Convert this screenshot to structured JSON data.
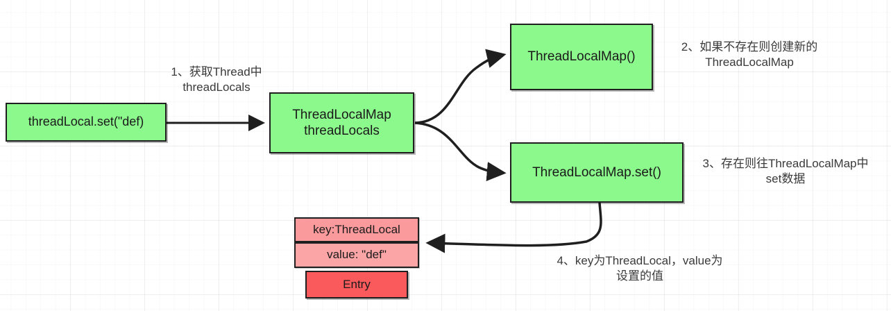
{
  "diagram": {
    "title": "ThreadLocal set flow",
    "colors": {
      "green_fill": "#8cf98c",
      "pink_fill": "#fb9a9c",
      "pink_fill_light": "#fca5a6",
      "red_fill": "#fb5a5c",
      "stroke": "#1f1f1f",
      "label_text": "#3a3a3a",
      "grid": "#eeeeee"
    },
    "nodes": {
      "threadlocal_set": "threadLocal.set(\"def)",
      "threadlocalmap_threadlocals": "ThreadLocalMap\nthreadLocals",
      "threadlocalmap_ctor": "ThreadLocalMap()",
      "threadlocalmap_set": "ThreadLocalMap.set()",
      "entry_key": "key:ThreadLocal",
      "entry_value": "value: \"def\"",
      "entry_name": "Entry"
    },
    "annotations": {
      "step1": "1、获取Thread中\nthreadLocals",
      "step2": "2、如果不存在则创建新的\nThreadLocalMap",
      "step3": "3、存在则往ThreadLocalMap中\nset数据",
      "step4": "4、key为ThreadLocal，value为\n设置的值"
    }
  }
}
